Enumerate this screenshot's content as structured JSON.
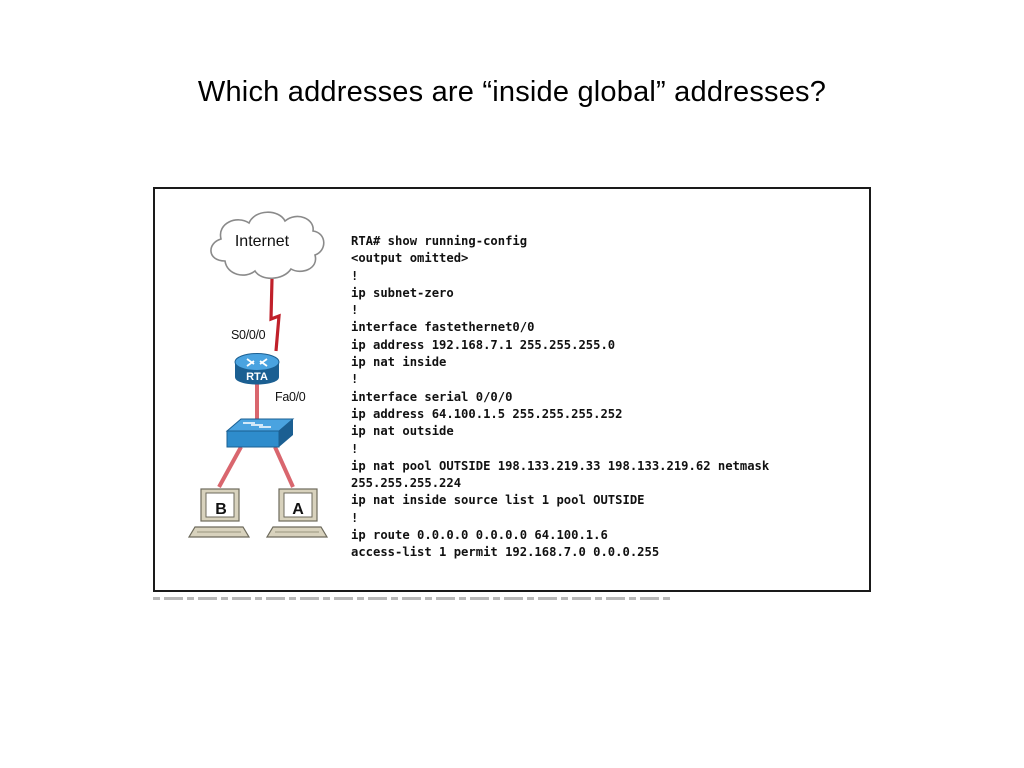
{
  "slide": {
    "title": "Which addresses are “inside global” addresses?"
  },
  "diagram": {
    "cloud_label": "Internet",
    "serial_interface_label": "S0/0/0",
    "fast_ethernet_label": "Fa0/0",
    "router_label": "RTA",
    "host_b_label": "B",
    "host_a_label": "A",
    "colors": {
      "serial_link": "#c0202a",
      "ethernet_link": "#d9666e",
      "device_blue": "#2e8ccc",
      "device_blue_dark": "#1b5f92",
      "pc_beige": "#d8d2bd",
      "cloud_stroke": "#8a8a8a"
    }
  },
  "config_lines": [
    "RTA# show running-config",
    "<output omitted>",
    "!",
    "ip subnet-zero",
    "!",
    "interface fastethernet0/0",
    "ip address 192.168.7.1 255.255.255.0",
    "ip nat inside",
    "!",
    "interface serial 0/0/0",
    "ip address 64.100.1.5 255.255.255.252",
    "ip nat outside",
    "!",
    "ip nat pool OUTSIDE 198.133.219.33 198.133.219.62 netmask",
    "255.255.255.224",
    "ip nat inside source list 1 pool OUTSIDE",
    "!",
    "ip route 0.0.0.0 0.0.0.0 64.100.1.6",
    "access-list 1 permit 192.168.7.0 0.0.0.255"
  ]
}
